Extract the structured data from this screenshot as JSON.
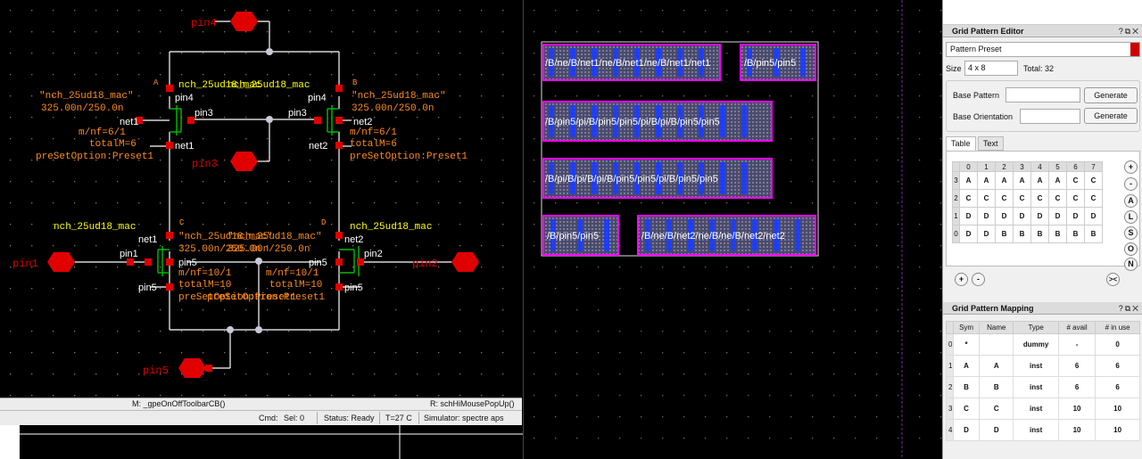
{
  "schematic": {
    "pins": {
      "pin4": "pin4",
      "pin3": "pin3",
      "pin1": "pin1",
      "pin2": "pin2",
      "pin5": "pin5"
    },
    "instA": {
      "inst": "A",
      "cell": "nch_25ud18_mac",
      "cell_overlap": "nch_25ud18_mac",
      "model": "\"nch_25ud18_mac\"",
      "wl": "325.00n/250.0n",
      "mnf": "m/nf=6/1",
      "totalm": "totalM=6",
      "preset": "preSetOption:Preset1",
      "t_top": "pin4",
      "t_gate": "net1",
      "t_bot": "net1",
      "t_bulk": "pin3"
    },
    "instB": {
      "inst": "B",
      "cell": "nch_25ud18_mac",
      "model": "\"nch_25ud18_mac\"",
      "wl": "325.00n/250.0n",
      "mnf": "m/nf=6/1",
      "totalm": "totalM=6",
      "preset": "preSetOption:Preset1",
      "t_top": "pin4",
      "t_gate": "net2",
      "t_bot": "net2",
      "t_bulk": "pin3"
    },
    "instC": {
      "inst": "C",
      "cell": "nch_25ud18_mac",
      "model": "\"nch_25ud18_mac\"",
      "wl": "325.00n/250.0n",
      "mnf": "m/nf=10/1",
      "totalm": "totalM=10",
      "preset": "preSetOption:Preset1",
      "t_top": "net1",
      "t_gate": "pin1",
      "t_bot": "pin5",
      "t_bulk": "pin5"
    },
    "instD": {
      "inst": "D",
      "cell": "nch_25ud18_mac",
      "model": "\"nch_25ud18_mac\"",
      "wl": "325.00n/250.0n",
      "mnf": "m/nf=10/1",
      "totalm": "totalM=10",
      "preset": "preSetOption:Preset1",
      "t_top": "net2",
      "t_gate": "pin2",
      "t_bot": "pin5",
      "t_bulk": "pin5"
    }
  },
  "status_bar": {
    "mouse_left": "M: _gpeOnOffToolbarCB()",
    "mouse_right": "R: schHiMousePopUp()",
    "cmd": "Cmd:",
    "sel": "Sel: 0",
    "status": "Status: Ready",
    "temp": "T=27 C",
    "simulator": "Simulator: spectre aps"
  },
  "layout": {
    "labels": [
      "/B/ne/B/net1/ne/B/net1/ne/B/net1/net1",
      "/B/pin5/pin5",
      "/B/pin5/pi/B/pin5/pin5/pi/B/pi/B/pin5/pin5",
      "/B/pi/B/pi/B/pi/B/pin5/pin5/pi/B/pin5/pin5",
      "/B/pin5/pin5",
      "/B/ne/B/net2/ne/B/ne/B/net2/net2"
    ]
  },
  "grid_editor": {
    "title": "Grid Pattern Editor",
    "title_btns": "?⧉✕",
    "preset": "Pattern Preset",
    "size_label": "Size",
    "size_value": "4 x 8",
    "total": "Total: 32",
    "base_pattern_label": "Base Pattern",
    "base_orientation_label": "Base Orientation",
    "generate": "Generate",
    "tabs": [
      "Table",
      "Text"
    ],
    "col_headers": [
      "0",
      "1",
      "2",
      "3",
      "4",
      "5",
      "6",
      "7"
    ],
    "rows": [
      {
        "idx": "3",
        "cells": [
          "A",
          "A",
          "A",
          "A",
          "A",
          "A",
          "C",
          "C"
        ]
      },
      {
        "idx": "2",
        "cells": [
          "C",
          "C",
          "C",
          "C",
          "C",
          "C",
          "C",
          "C"
        ]
      },
      {
        "idx": "1",
        "cells": [
          "D",
          "D",
          "D",
          "D",
          "D",
          "D",
          "D",
          "D"
        ]
      },
      {
        "idx": "0",
        "cells": [
          "D",
          "D",
          "B",
          "B",
          "B",
          "B",
          "B",
          "B"
        ]
      }
    ],
    "side_buttons": [
      "+",
      "-",
      "A",
      "L",
      "S",
      "O",
      "N"
    ],
    "add": "+",
    "remove": "-",
    "expand": ">< "
  },
  "grid_mapping": {
    "title": "Grid Pattern Mapping",
    "title_btns": "?⧉✕",
    "headers": [
      "Sym",
      "Name",
      "Type",
      "# avail",
      "# in use"
    ],
    "rows": [
      {
        "idx": "0",
        "sym": "*",
        "name": "",
        "type": "dummy",
        "avail": "-",
        "inuse": "0"
      },
      {
        "idx": "1",
        "sym": "A",
        "name": "A",
        "type": "inst",
        "avail": "6",
        "inuse": "6"
      },
      {
        "idx": "2",
        "sym": "B",
        "name": "B",
        "type": "inst",
        "avail": "6",
        "inuse": "6"
      },
      {
        "idx": "3",
        "sym": "C",
        "name": "C",
        "type": "inst",
        "avail": "10",
        "inuse": "10"
      },
      {
        "idx": "4",
        "sym": "D",
        "name": "D",
        "type": "inst",
        "avail": "10",
        "inuse": "10"
      }
    ]
  },
  "colors": {
    "wire": "#ffffff",
    "pin": "#e00000",
    "instname": "#ffff00",
    "param": "#ff8c1a",
    "terminal": "#ffffff",
    "device": "#00c000",
    "layout_outline": "#ff00ff",
    "layout_metal": "#1a3cff"
  }
}
